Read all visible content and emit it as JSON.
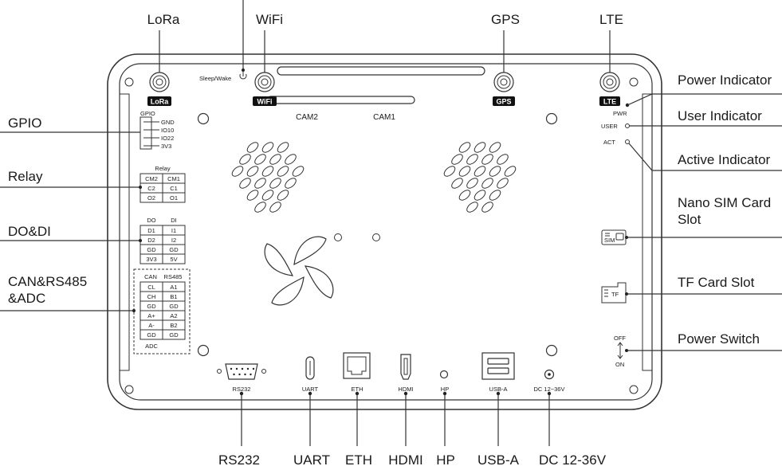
{
  "antennas": {
    "lora": "LoRa",
    "wifi": "WiFi",
    "gps": "GPS",
    "lte": "LTE"
  },
  "sleep_wake": "Sleep/Wake",
  "cameras": {
    "cam2": "CAM2",
    "cam1": "CAM1"
  },
  "indicators": {
    "pwr": "PWR",
    "user": "USER",
    "act": "ACT"
  },
  "callouts_right": {
    "power_indicator": "Power Indicator",
    "user_indicator": "User Indicator",
    "active_indicator": "Active Indicator",
    "nano_sim_line1": "Nano SIM Card",
    "nano_sim_line2": "Slot",
    "tf_card": "TF Card Slot",
    "power_switch": "Power Switch"
  },
  "callouts_left": {
    "gpio": "GPIO",
    "relay": "Relay",
    "do_di": "DO&DI",
    "can_line1": "CAN&RS485",
    "can_line2": "&ADC"
  },
  "gpio_block": {
    "title": "GPIO",
    "pins": [
      "GND",
      "IO10",
      "IO22",
      "3V3"
    ]
  },
  "relay_block": {
    "title": "Relay",
    "rows": [
      [
        "CM2",
        "CM1"
      ],
      [
        "C2",
        "C1"
      ],
      [
        "O2",
        "O1"
      ]
    ]
  },
  "dodi_block": {
    "headers": [
      "DO",
      "DI"
    ],
    "rows": [
      [
        "D1",
        "I1"
      ],
      [
        "D2",
        "I2"
      ],
      [
        "GD",
        "GD"
      ],
      [
        "3V3",
        "5V"
      ]
    ]
  },
  "can_block": {
    "headers": [
      "CAN",
      "RS485"
    ],
    "rows": [
      [
        "CL",
        "A1"
      ],
      [
        "CH",
        "B1"
      ],
      [
        "GD",
        "GD"
      ],
      [
        "A+",
        "A2"
      ],
      [
        "A-",
        "B2"
      ],
      [
        "GD",
        "GD"
      ]
    ],
    "footer": "ADC"
  },
  "side_slots": {
    "sim": "SIM",
    "tf": "TF",
    "switch_off": "OFF",
    "switch_on": "ON"
  },
  "ports": {
    "rs232": "RS232",
    "uart": "UART",
    "eth": "ETH",
    "hdmi": "HDMI",
    "hp": "HP",
    "usb_a": "USB-A",
    "dc": "DC 12~36V"
  },
  "callouts_bottom": [
    "RS232",
    "UART",
    "ETH",
    "HDMI",
    "HP",
    "USB-A",
    "DC 12-36V"
  ]
}
